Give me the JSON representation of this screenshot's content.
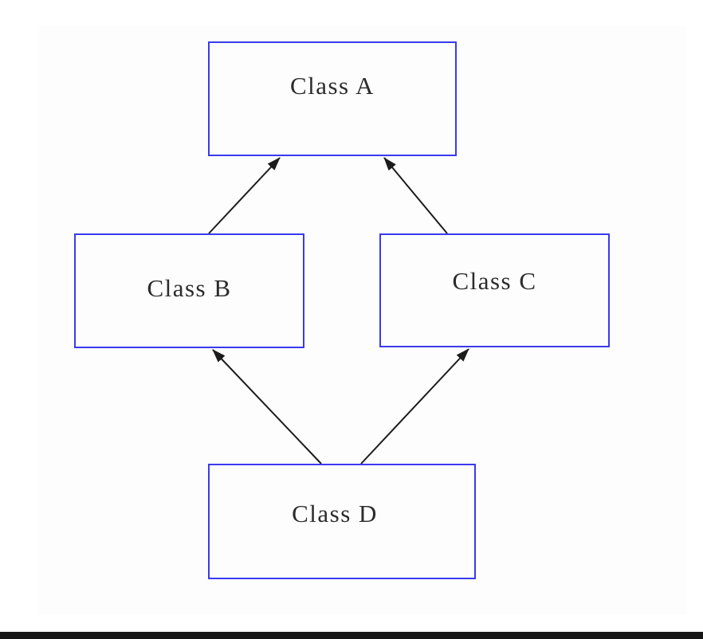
{
  "diagram": {
    "type": "class-hierarchy",
    "nodes": [
      {
        "id": "A",
        "label": "Class A"
      },
      {
        "id": "B",
        "label": "Class B"
      },
      {
        "id": "C",
        "label": "Class C"
      },
      {
        "id": "D",
        "label": "Class D"
      }
    ],
    "edges": [
      {
        "from": "Class B",
        "to": "Class A"
      },
      {
        "from": "Class C",
        "to": "Class A"
      },
      {
        "from": "Class D",
        "to": "Class B"
      },
      {
        "from": "Class D",
        "to": "Class C"
      }
    ],
    "colors": {
      "node_border": "#3a3aee",
      "edge_line": "#1c1c1c",
      "label_text": "#2b2b2b",
      "letterbox": "#161616",
      "canvas": "#fdfdfd",
      "page_bg": "#ffffff"
    }
  }
}
